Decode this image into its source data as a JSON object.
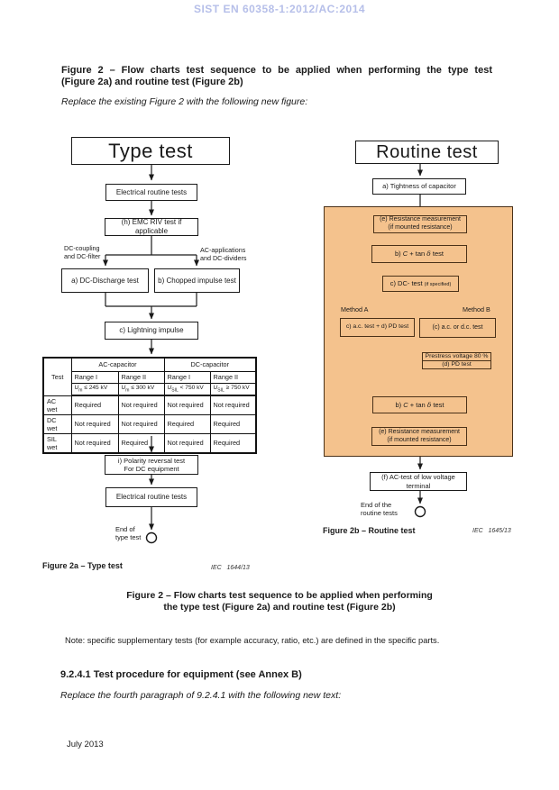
{
  "doc": {
    "watermark": "SIST EN 60358-1:2012/AC:2014",
    "heading": {
      "line1": "Figure 2 – Flow charts test sequence to be applied when performing the type test",
      "line2": "(Figure 2a) and routine test (Figure 2b)"
    },
    "replace_figure_note": "Replace the existing Figure 2 with the following new figure:",
    "bottom_caption": {
      "line1": "Figure 2 – Flow charts test sequence to be applied when performing",
      "line2": "the type test (Figure 2a) and routine test (Figure 2b)"
    },
    "note": "Note: specific supplementary tests (for example accuracy, ratio, etc.) are defined in the specific parts.",
    "section_heading": "9.2.4.1 Test procedure for equipment (see Annex B)",
    "replace_text_note": "Replace the fourth paragraph of 9.2.4.1 with the following new text:",
    "footer_date": "July 2013"
  },
  "type_chart": {
    "title": "Type test",
    "nodes": {
      "routine1": "Electrical routine tests",
      "emc": "(h) EMC RIV test if applicable",
      "branch_left_1": "DC-coupling",
      "branch_left_2": "and DC-filter",
      "branch_right_1": "AC-applications",
      "branch_right_2": "and DC-dividers",
      "dc_discharge": "a) DC-Discharge test",
      "chopped": "b) Chopped impulse test",
      "lightning": "c) Lightning impulse",
      "polarity_1": "i) Polarity reversal test",
      "polarity_2": "For DC equipment",
      "routine2": "Electrical routine tests",
      "end_1": "End of",
      "end_2": "type test"
    },
    "caption": "Figure 2a – Type test",
    "iec_ref": "IEC   1644/13"
  },
  "test_table": {
    "corner": "Test",
    "group_headers": [
      "AC-capacitor",
      "DC-capacitor"
    ],
    "range_headers": [
      "Range I",
      "Range II",
      "Range I",
      "Range II"
    ],
    "limits": [
      {
        "sym": "U",
        "sub": "m",
        "rest": " ≤ 245 kV"
      },
      {
        "sym": "U",
        "sub": "m",
        "rest": " ≤ 300 kV"
      },
      {
        "sym": "U",
        "sub": "SIL",
        "rest": " < 750 kV"
      },
      {
        "sym": "U",
        "sub": "SIL",
        "rest": " ≥ 750 kV"
      }
    ],
    "rows": [
      {
        "label": "AC wet",
        "cells": [
          "Required",
          "Not required",
          "Not required",
          "Not required"
        ]
      },
      {
        "label": "DC wet",
        "cells": [
          "Not required",
          "Not required",
          "Required",
          "Required"
        ]
      },
      {
        "label": "SIL wet",
        "cells": [
          "Not required",
          "Required",
          "Not required",
          "Required"
        ]
      }
    ]
  },
  "routine_chart": {
    "title": "Routine test",
    "nodes": {
      "tightness": "a) Tightness of capacitor",
      "resistance1_1": "(e) Resistance measurement",
      "resistance1_2": "(if mounted resistance)",
      "ctan": {
        "pre": "b) ",
        "c": "C",
        "mid": " + tan ",
        "delta": "δ",
        "post": " test"
      },
      "dc_test": {
        "main": "c) DC- test ",
        "small": "(if specified)"
      },
      "method_a": "Method A",
      "method_b": "Method B",
      "ac_pd": "c) a.c. test  + d) PD test",
      "ac_dc": "(c) a.c. or d.c. test",
      "prestress": "Prestress voltage 80 %",
      "pd_test": "(d) PD test",
      "resistance2_1": "(e) Resistance measurement",
      "resistance2_2": "(if mounted resistance)",
      "ac_low_1": "(f) AC-test of low voltage",
      "ac_low_2": "terminal",
      "end_1": "End of the",
      "end_2": "routine tests"
    },
    "caption": "Figure 2b – Routine test",
    "iec_ref": "IEC   1645/13"
  },
  "colors": {
    "panel_orange": "#f4c28d",
    "watermark_blue": "#b6bfe9",
    "line": "#1a1a1a"
  }
}
